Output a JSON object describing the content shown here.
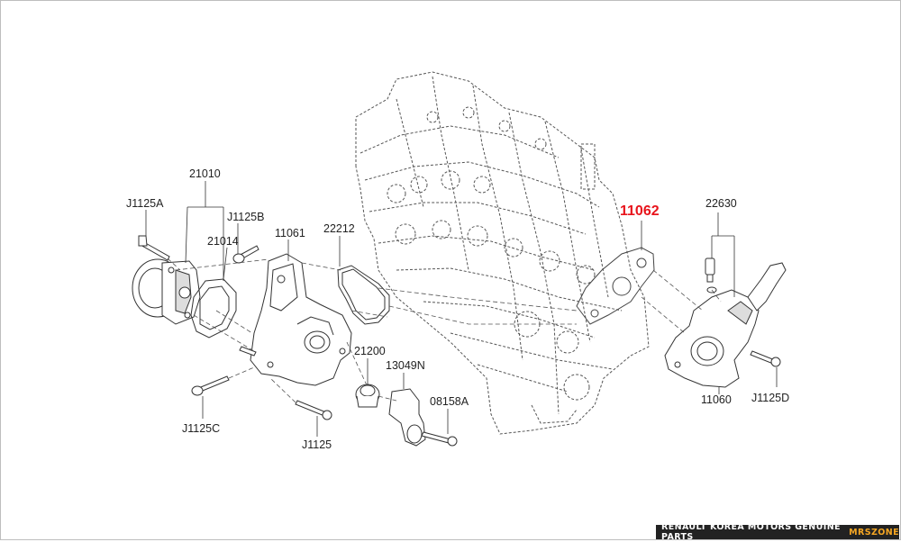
{
  "labels": {
    "p21010": "21010",
    "pJ1125A": "J1125A",
    "pJ1125B": "J1125B",
    "p21014": "21014",
    "p11061": "11061",
    "p22212": "22212",
    "p11062": "11062",
    "p22630": "22630",
    "p21200": "21200",
    "p13049N": "13049N",
    "p08158A": "08158A",
    "p11060": "11060",
    "pJ1125D": "J1125D",
    "pJ1125C": "J1125C",
    "pJ1125": "J1125"
  },
  "highlight_color": "#e8141c",
  "footer": {
    "text": "RENAULT KOREA MOTORS GENUINE PARTS",
    "brand": "MRSZONE"
  }
}
